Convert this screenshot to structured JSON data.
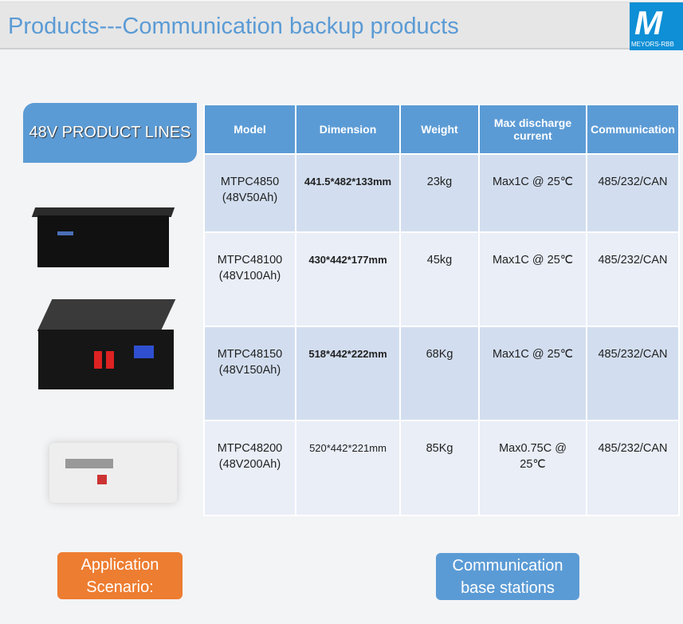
{
  "header": {
    "title": "Products---Communication backup products",
    "logo_text": "MEYORS-RBB"
  },
  "product_lines_label": "48V PRODUCT LINES",
  "table": {
    "headers": [
      "Model",
      "Dimension",
      "Weight",
      "Max discharge current",
      "Communication"
    ],
    "rows": [
      {
        "model": "MTPC4850",
        "sub": "(48V50Ah)",
        "dimension": "441.5*482*133mm",
        "weight": "23kg",
        "current": "Max1C  @ 25℃",
        "comm": "485/232/CAN"
      },
      {
        "model": "MTPC48100",
        "sub": "(48V100Ah)",
        "dimension": "430*442*177mm",
        "weight": "45kg",
        "current": "Max1C  @ 25℃",
        "comm": "485/232/CAN"
      },
      {
        "model": "MTPC48150",
        "sub": "(48V150Ah)",
        "dimension": "518*442*222mm",
        "weight": "68Kg",
        "current": "Max1C  @ 25℃",
        "comm": "485/232/CAN"
      },
      {
        "model": "MTPC48200",
        "sub": "(48V200Ah)",
        "dimension": "520*442*221mm",
        "weight": "85Kg",
        "current": "Max0.75C  @ 25℃",
        "comm": "485/232/CAN"
      }
    ]
  },
  "application_label": "Application Scenario:",
  "scenario_label": "Communication base stations"
}
